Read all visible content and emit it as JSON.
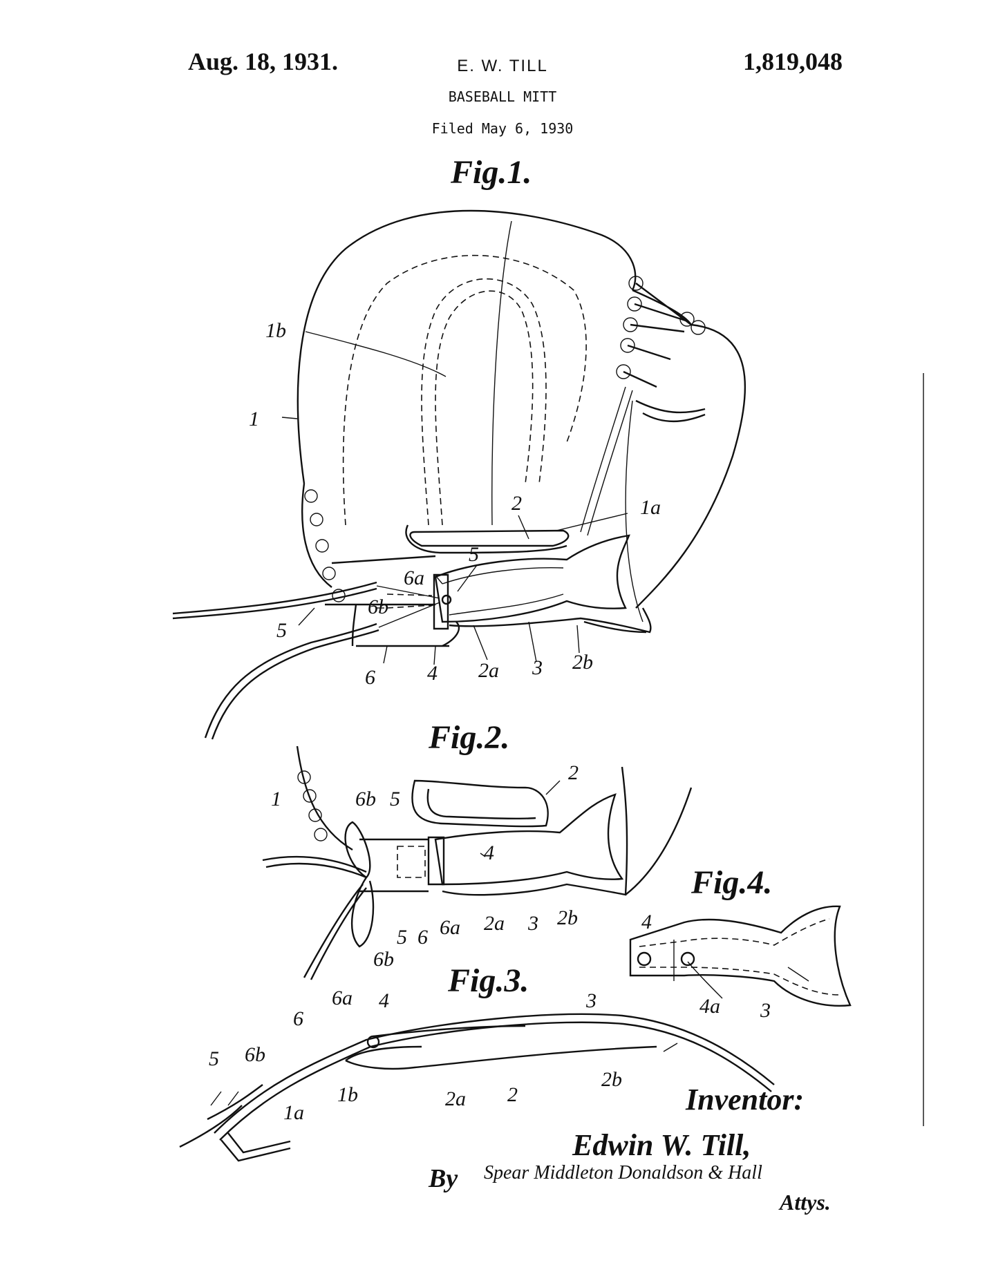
{
  "header": {
    "date": "Aug. 18, 1931.",
    "inventor_name": "E. W. TILL",
    "patent_number": "1,819,048",
    "title": "BASEBALL MITT",
    "filed": "Filed May 6, 1930"
  },
  "figures": {
    "fig1": "Fig.1.",
    "fig2": "Fig.2.",
    "fig3": "Fig.3.",
    "fig4": "Fig.4."
  },
  "reference_labels": {
    "fig1": [
      "1b",
      "1",
      "2",
      "1a",
      "5",
      "6a",
      "6b",
      "5",
      "6",
      "4",
      "2a",
      "3",
      "2b"
    ],
    "fig2": [
      "2",
      "1",
      "6b",
      "5",
      "4",
      "5",
      "6",
      "6a",
      "2a",
      "3",
      "2b",
      "6b"
    ],
    "fig3": [
      "3",
      "6a",
      "4",
      "6",
      "5",
      "6b",
      "1b",
      "1a",
      "2a",
      "2",
      "2b"
    ],
    "fig4": [
      "4",
      "4a",
      "3"
    ]
  },
  "signature_block": {
    "inventor_heading": "Inventor:",
    "inventor_full_name": "Edwin W. Till,",
    "by": "By",
    "attorneys_signature": "Spear Middleton Donaldson & Hall",
    "attys": "Attys."
  }
}
